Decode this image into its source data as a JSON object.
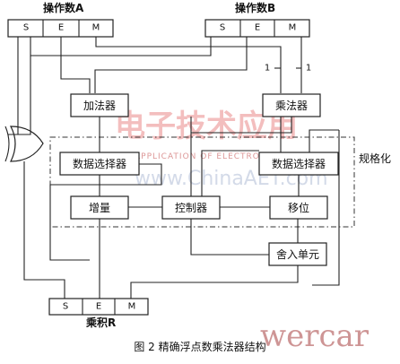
{
  "operand_a": {
    "title": "操作数A",
    "fields": [
      "S",
      "E",
      "M"
    ]
  },
  "operand_b": {
    "title": "操作数B",
    "fields": [
      "S",
      "E",
      "M"
    ]
  },
  "product": {
    "title": "乘积R",
    "fields": [
      "S",
      "E",
      "M"
    ]
  },
  "blocks": {
    "adder": "加法器",
    "multiplier": "乘法器",
    "mux_left": "数据选择器",
    "mux_right": "数据选择器",
    "increment": "增量",
    "controller": "控制器",
    "shift": "移位",
    "rounding": "舍入单元"
  },
  "region_label": "规格化",
  "bit_labels": [
    "1",
    "1"
  ],
  "caption": "图 2   精确浮点数乘法器结构",
  "watermark": {
    "logo_text": "电子技术应用",
    "english": "APPLICATION OF ELECTRONIC TECHNIQUE",
    "url": "www.ChinaAET.com",
    "corner": "wercar"
  }
}
